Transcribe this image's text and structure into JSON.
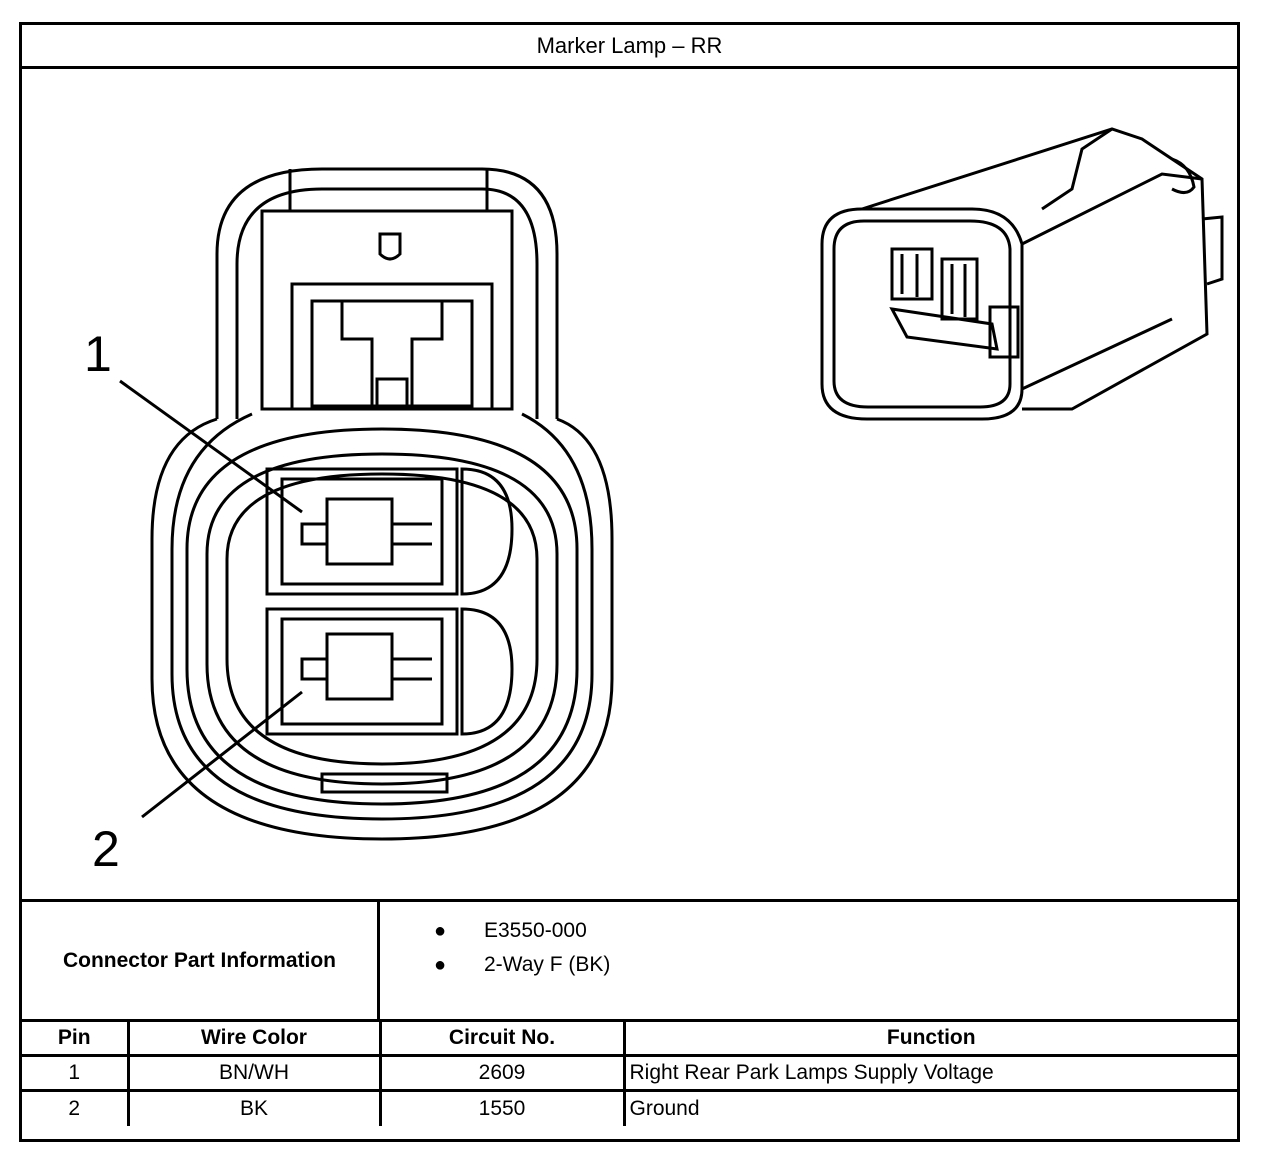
{
  "title": "Marker Lamp – RR",
  "callouts": {
    "pin1": "1",
    "pin2": "2"
  },
  "connector_info": {
    "label": "Connector Part Information",
    "items": [
      "E3550-000",
      "2-Way F (BK)"
    ]
  },
  "pin_table": {
    "headers": [
      "Pin",
      "Wire Color",
      "Circuit No.",
      "Function"
    ],
    "rows": [
      [
        "1",
        "BN/WH",
        "2609",
        "Right Rear Park Lamps Supply Voltage"
      ],
      [
        "2",
        "BK",
        "1550",
        "Ground"
      ]
    ]
  }
}
